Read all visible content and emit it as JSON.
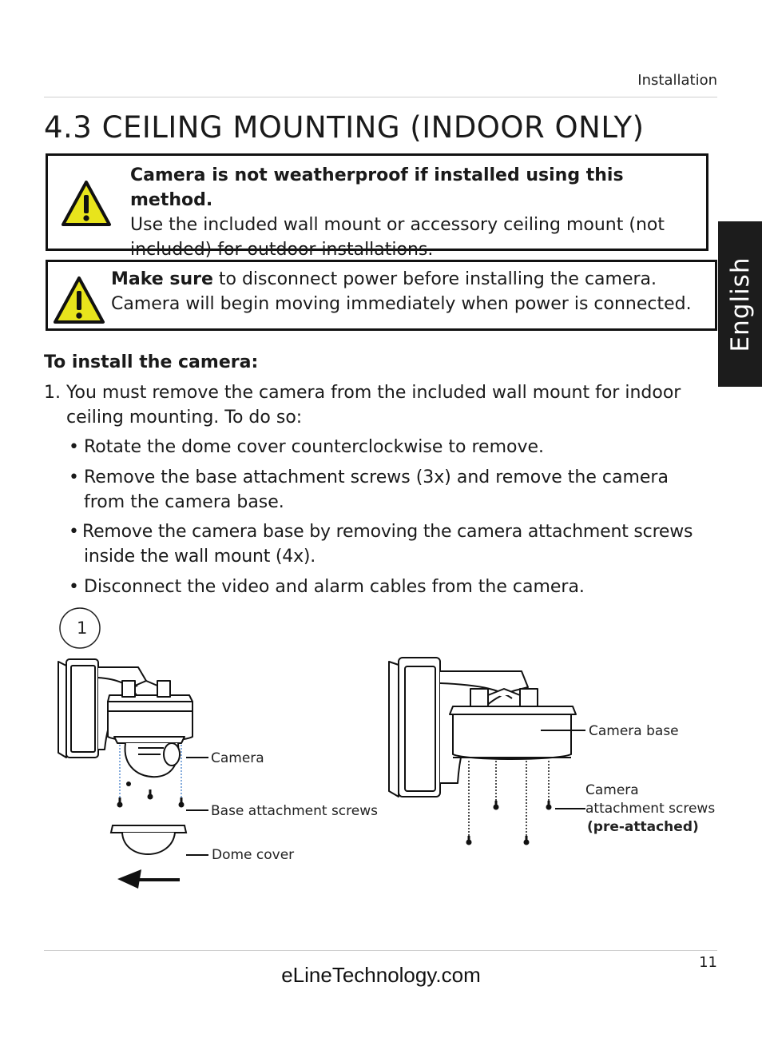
{
  "header": {
    "section": "Installation"
  },
  "title": "4.3 CEILING MOUNTING (INDOOR ONLY)",
  "side_tab": "English",
  "warnings": [
    {
      "bold": "Camera is not weatherproof if installed using this method.",
      "text": "Use the included wall mount or accessory ceiling mount (not",
      "text2": "included) for outdoor installations."
    },
    {
      "bold": "Make sure",
      "text": " to disconnect power before installing the camera.",
      "text2": "Camera will begin moving immediately when power is connected."
    }
  ],
  "instructions": {
    "heading": "To install the camera:",
    "step1_num": "1.",
    "step1_line1": "You must remove the camera from the included wall mount for indoor",
    "step1_line2": "ceiling mounting. To do so:",
    "bullets": [
      {
        "l1": "Rotate the dome cover counterclockwise to remove.",
        "l2": ""
      },
      {
        "l1": "Remove the base attachment screws (3x) and remove the camera",
        "l2": "from the camera base."
      },
      {
        "l1": "Remove the camera base by removing the camera attachment screws",
        "l2": "inside the wall mount (4x)."
      },
      {
        "l1": "Disconnect the video and alarm cables from the camera.",
        "l2": ""
      }
    ],
    "bullet_char": "•"
  },
  "figure": {
    "step_number": "1",
    "labels": {
      "camera": "Camera",
      "base_screws": "Base attachment screws",
      "dome_cover": "Dome cover",
      "camera_base": "Camera base",
      "attach_screws_1": "Camera",
      "attach_screws_2": "attachment screws",
      "attach_screws_3": "(pre-attached)"
    }
  },
  "footer": {
    "page_number": "11",
    "site": "eLineTechnology.com"
  }
}
